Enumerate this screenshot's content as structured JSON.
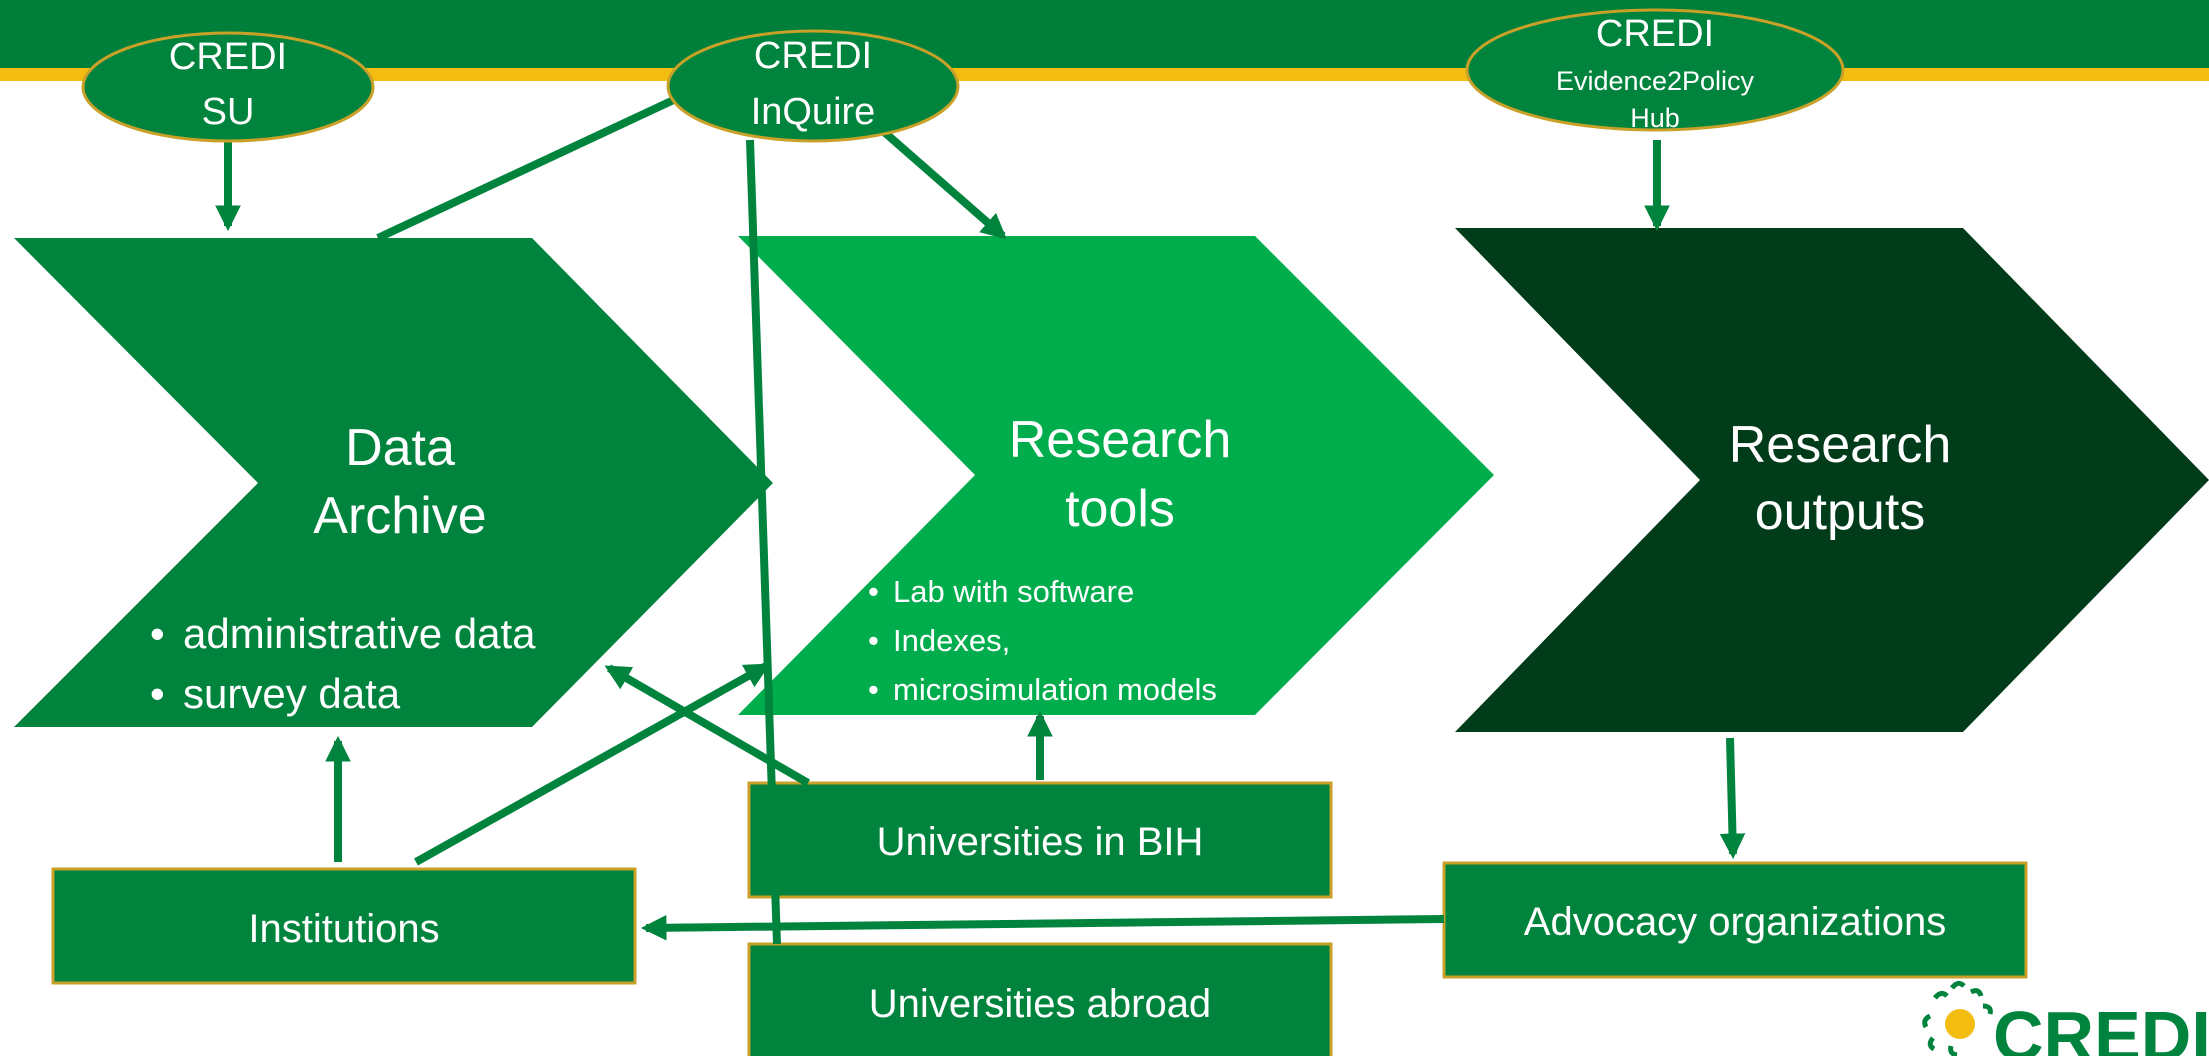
{
  "colors": {
    "header_green": "#007f3a",
    "header_stripe": "#f5bd12",
    "chevron_archive": "#00843d",
    "chevron_tools": "#00ad4d",
    "chevron_outputs": "#003b1a",
    "box_green": "#00843d",
    "box_border": "#c9a128",
    "arrow_green": "#00843d",
    "text_white": "#ffffff"
  },
  "ovals": {
    "credi_su": {
      "line1": "CREDI",
      "line2": "SU"
    },
    "credi_inquire": {
      "line1": "CREDI",
      "line2": "InQuire"
    },
    "credi_e2p": {
      "line1": "CREDI",
      "line2": "Evidence2Policy",
      "line3": "Hub"
    }
  },
  "chevrons": {
    "data_archive": {
      "title1": "Data",
      "title2": "Archive",
      "bullets": [
        "administrative data",
        "survey data"
      ]
    },
    "research_tools": {
      "title1": "Research",
      "title2": "tools",
      "bullets": [
        "Lab with software",
        "Indexes,",
        "microsimulation models"
      ]
    },
    "research_outputs": {
      "title1": "Research",
      "title2": "outputs"
    }
  },
  "boxes": {
    "institutions": "Institutions",
    "universities_bih": "Universities in BIH",
    "universities_abroad": "Universities abroad",
    "advocacy": "Advocacy organizations"
  },
  "logo": {
    "text": "CREDI",
    "icon": "sun-icon"
  }
}
